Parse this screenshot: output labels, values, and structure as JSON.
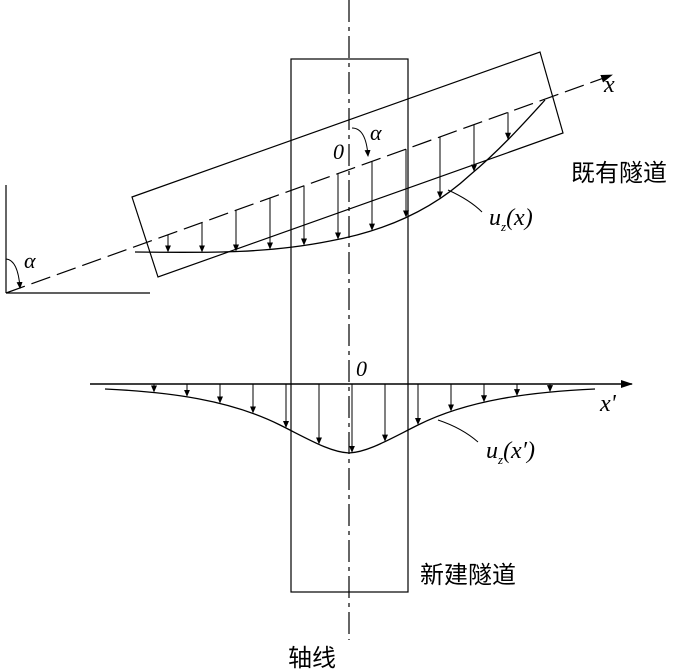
{
  "labels": {
    "existing_tunnel": "既有隧道",
    "new_tunnel": "新建隧道",
    "axis_line": "轴线",
    "origin_existing": "0",
    "origin_new": "0",
    "axis_x_existing": "x",
    "axis_x_new": "x'",
    "angle_left": "α",
    "angle_top": "α",
    "curve_existing_main": "u",
    "curve_existing_sub": "z",
    "curve_existing_arg": "(x)",
    "curve_new_main": "u",
    "curve_new_sub": "z",
    "curve_new_arg": "(x′)"
  }
}
